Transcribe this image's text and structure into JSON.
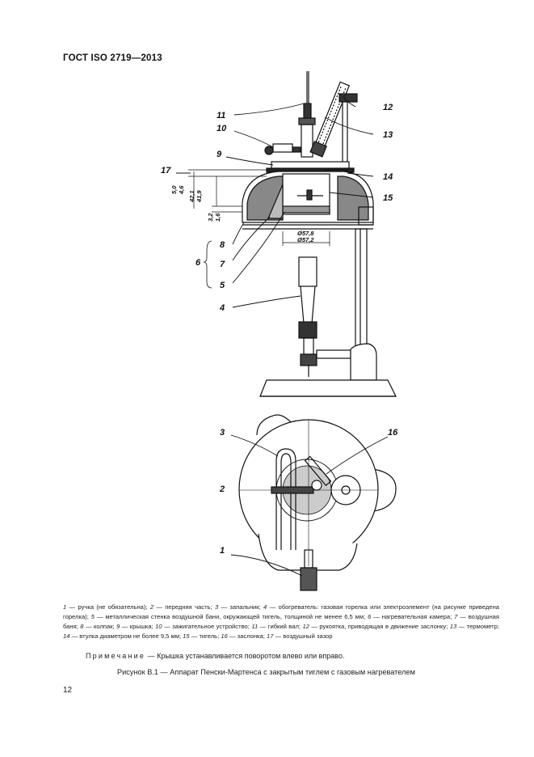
{
  "header": {
    "standard": "ГОСТ ISO 2719—2013"
  },
  "figure": {
    "callouts_side": [
      "11",
      "10",
      "9",
      "17",
      "8",
      "6",
      "7",
      "5",
      "4",
      "12",
      "13",
      "14",
      "15"
    ],
    "callouts_top": [
      "3",
      "16",
      "2",
      "1"
    ],
    "dims": {
      "d1": "Ø57,8",
      "d2": "Ø57,2",
      "v1": "5,0",
      "v2": "4,6",
      "v3": "42,1",
      "v4": "41,9",
      "v5": "3,2",
      "v6": "1,6"
    }
  },
  "legend": [
    {
      "n": "1",
      "t": "ручка (не обязательна); "
    },
    {
      "n": "2",
      "t": "передняя часть; "
    },
    {
      "n": "3",
      "t": "запальник; "
    },
    {
      "n": "4",
      "t": "обогреватель: газовая горелка или электроэлемент (на рисунке приведена горелка); "
    },
    {
      "n": "5",
      "t": "металлическая стенка воздушной бани, окружающей тигель, толщиной не менее 6,5 мм; "
    },
    {
      "n": "6",
      "t": "нагревательная камера; "
    },
    {
      "n": "7",
      "t": "воздушная баня; "
    },
    {
      "n": "8",
      "t": "колпак; "
    },
    {
      "n": "9",
      "t": "крышка; "
    },
    {
      "n": "10",
      "t": "зажигательное устройство; "
    },
    {
      "n": "11",
      "t": "гибкий вал; "
    },
    {
      "n": "12",
      "t": "рукоятка, приводящая в движение заслонку; "
    },
    {
      "n": "13",
      "t": "термометр; "
    },
    {
      "n": "14",
      "t": "втулка диаметром не более 9,5 мм; "
    },
    {
      "n": "15",
      "t": "тигель; "
    },
    {
      "n": "16",
      "t": "заслонка; "
    },
    {
      "n": "17",
      "t": "воздушный зазор"
    }
  ],
  "note": {
    "label": "Примечание",
    "text": " — Крышка устанавливается поворотом влево или вправо."
  },
  "caption": "Рисунок В.1 — Аппарат Пенски-Мартенса с закрытым тиглем с газовым нагревателем",
  "page_number": "12"
}
